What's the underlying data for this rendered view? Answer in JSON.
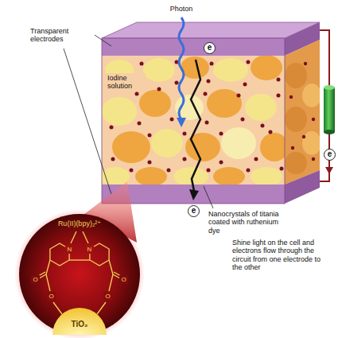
{
  "diagram": {
    "nodes": [
      {
        "text": [
          "TiO₂"
        ]
      }
    ],
    "labels": [
      "Photon",
      "e",
      "Transparent electrodes",
      "Iodine solution",
      "e",
      "Nanocrystals of titania coated with ruthenium dye",
      "Shine light on the cell and electrons flow through the circuit from one electrode to the other",
      "e",
      "Ru(II)(bpy)₂²⁺",
      "N",
      "N",
      "O",
      "O",
      "O",
      "O"
    ]
  }
}
